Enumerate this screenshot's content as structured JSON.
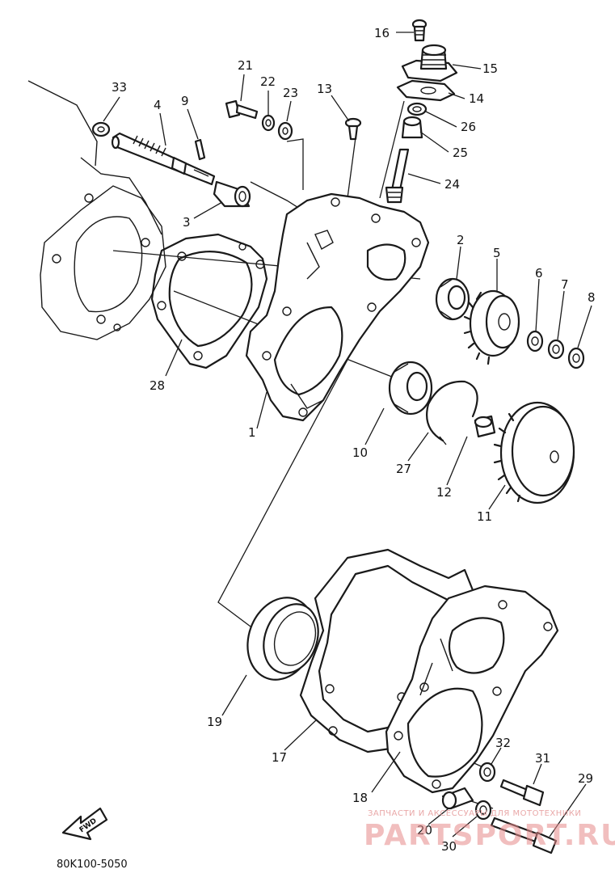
{
  "diagram": {
    "code": "80K100-5050",
    "direction_label": "FWD",
    "watermark_small": "ЗАПЧАСТИ И АКСЕССУАРЫ ДЛЯ МОТОТЕХНИКИ",
    "watermark_big": "PARTSPORT.RU",
    "callouts": {
      "p1": "1",
      "p2": "2",
      "p3": "3",
      "p4": "4",
      "p5": "5",
      "p6": "6",
      "p7": "7",
      "p8": "8",
      "p9": "9",
      "p10": "10",
      "p11": "11",
      "p12": "12",
      "p13": "13",
      "p14": "14",
      "p15": "15",
      "p16": "16",
      "p17": "17",
      "p18": "18",
      "p19": "19",
      "p20": "20",
      "p21": "21",
      "p22": "22",
      "p23": "23",
      "p24": "24",
      "p25": "25",
      "p26": "26",
      "p27": "27",
      "p28": "28",
      "p29": "29",
      "p30": "30",
      "p31": "31",
      "p32": "32",
      "p33": "33"
    }
  }
}
